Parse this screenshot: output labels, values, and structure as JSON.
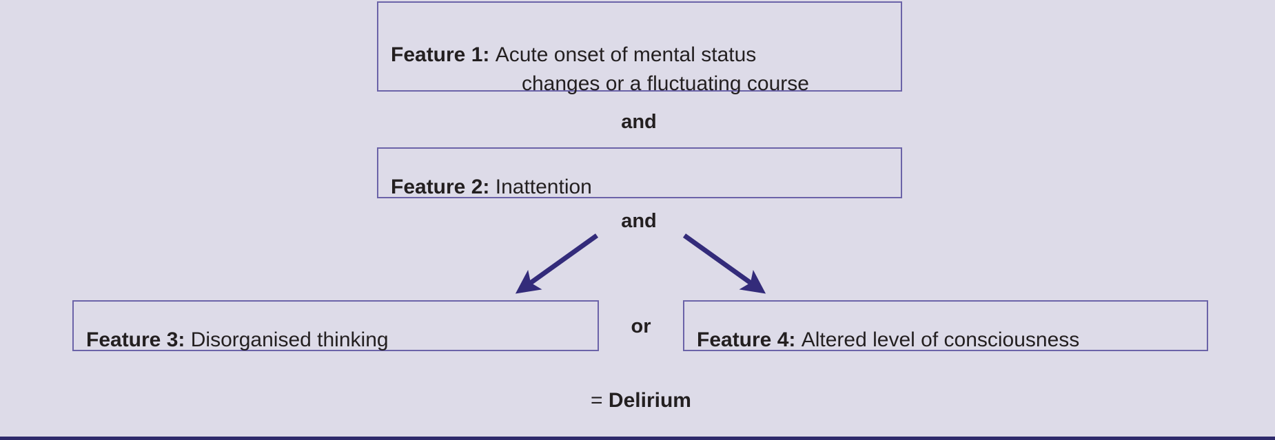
{
  "diagram": {
    "title": "Confusion Assessment Method diagnostic algorithm for delirium",
    "background_color": "#dddbe8",
    "box_border_color": "#6b63a8",
    "arrow_color": "#332b7a",
    "text_color": "#231f20",
    "bottom_rule_color": "#2e2a6b"
  },
  "boxes": {
    "feature1": {
      "label": "Feature 1:",
      "line1": "Acute onset of mental status",
      "line2": "changes or a fluctuating course"
    },
    "feature2": {
      "label": "Feature 2:",
      "description": "Inattention"
    },
    "feature3": {
      "label": "Feature 3:",
      "description": "Disorganised thinking"
    },
    "feature4": {
      "label": "Feature 4:",
      "description": "Altered level of consciousness"
    }
  },
  "connectors": {
    "and_1": "and",
    "and_2": "and",
    "or_1": "or"
  },
  "result": {
    "equals": "=",
    "word": "Delirium"
  }
}
